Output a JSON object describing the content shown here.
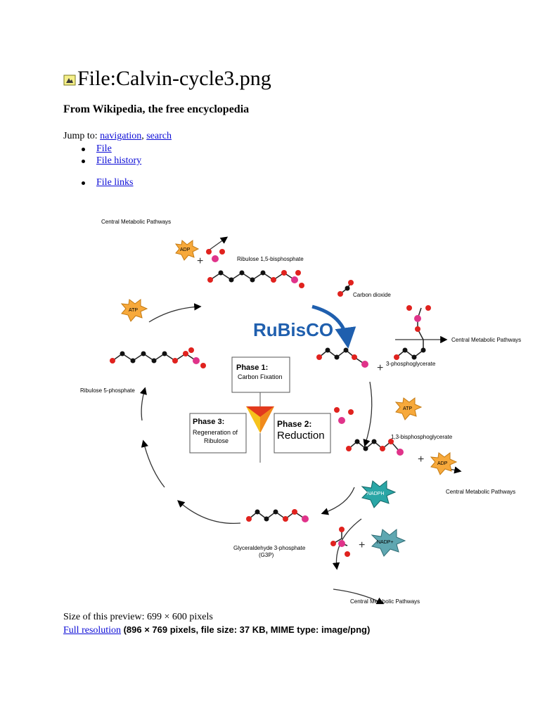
{
  "page": {
    "title": "File:Calvin-cycle3.png",
    "subtitle": "From Wikipedia, the free encyclopedia",
    "jump_to_label": "Jump to:",
    "jump_links": [
      "navigation",
      "search"
    ],
    "jump_separator": ", ",
    "tabs": [
      "File",
      "File history",
      "File links"
    ]
  },
  "diagram": {
    "central_pathways": "Central Metabolic Pathways",
    "adp": "ADP",
    "atp": "ATP",
    "nadph": "NADPH",
    "nadp": "NADP+",
    "rubisco": "RuBisCO",
    "ribulose_bisphosphate": "Ribulose 1,5-bisphosphate",
    "carbon_dioxide": "Carbon dioxide",
    "phosphoglycerate": "3-phosphoglycerate",
    "bisphosphoglycerate": "1,3-bisphosphoglycerate",
    "ribulose_phosphate": "Ribulose 5-phosphate",
    "g3p": "Glyceraldehyde 3-phosphate",
    "g3p_abbrev": "(G3P)",
    "phase1_title": "Phase 1:",
    "phase1_sub": "Carbon Fixation",
    "phase2_title": "Phase 2:",
    "phase2_sub": "Reduction",
    "phase3_title": "Phase 3:",
    "phase3_sub1": "Regeneration of",
    "phase3_sub2": "Ribulose"
  },
  "footer": {
    "preview_size": "Size of this preview: 699 × 600 pixels",
    "full_res_link": "Full resolution",
    "full_res_meta": "(896 × 769 pixels, file size: 37 KB, MIME type: image/png)"
  },
  "colors": {
    "link": "#0b0bd6",
    "atp_star": "#f7a93b",
    "nadph_star": "#2aa6a6",
    "nadp_star": "#5fa7b1",
    "rubisco_blue": "#1f5fae",
    "oxygen_red": "#e0221e",
    "phosphate_pink": "#e0338a"
  }
}
